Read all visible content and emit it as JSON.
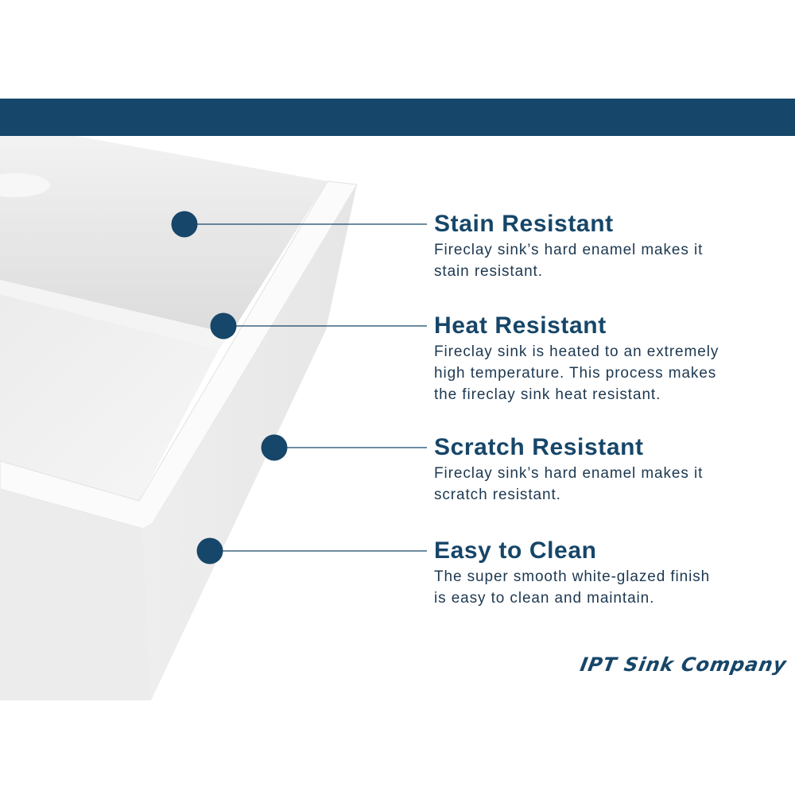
{
  "header_band_color": "#164669",
  "accent_color": "#164669",
  "features": [
    {
      "title": "Stain Resistant",
      "lines": [
        "Fireclay sink’s hard enamel makes it",
        "stain resistant."
      ]
    },
    {
      "title": "Heat Resistant",
      "lines": [
        "Fireclay sink is heated to an extremely",
        "high temperature. This process makes",
        "the fireclay sink heat resistant."
      ]
    },
    {
      "title": "Scratch Resistant",
      "lines": [
        "Fireclay sink’s hard enamel makes it",
        "scratch resistant."
      ]
    },
    {
      "title": "Easy to Clean",
      "lines": [
        "The super smooth white-glazed finish",
        "is easy to clean and maintain."
      ]
    }
  ],
  "brand": "IPT Sink Company"
}
